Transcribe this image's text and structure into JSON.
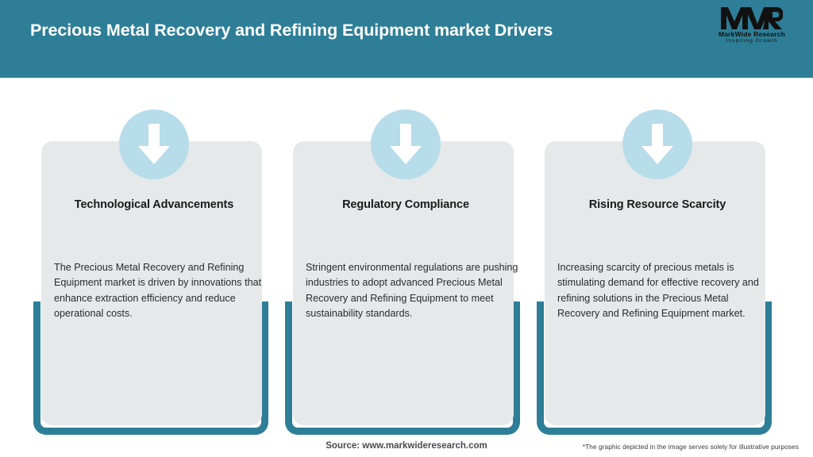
{
  "header": {
    "title": "Precious Metal Recovery and Refining Equipment market Drivers",
    "background_color": "#2e7e97",
    "title_color": "#ffffff"
  },
  "logo": {
    "mark": "MWR",
    "name": "MarkWide Research",
    "tagline": "Inspiring Growth"
  },
  "theme": {
    "accent_teal": "#2e7e97",
    "badge_blue": "#b7dcea",
    "card_gray": "#e5e9ea",
    "page_background": "#ffffff"
  },
  "cards": [
    {
      "icon": "down-arrow-icon",
      "title": "Technological Advancements",
      "body": "The Precious Metal Recovery and Refining Equipment market is driven by innovations that enhance extraction efficiency and reduce operational costs."
    },
    {
      "icon": "down-arrow-icon",
      "title": "Regulatory Compliance",
      "body": "Stringent environmental regulations are pushing industries to adopt advanced Precious Metal Recovery and Refining Equipment to meet sustainability standards."
    },
    {
      "icon": "down-arrow-icon",
      "title": "Rising Resource Scarcity",
      "body": "Increasing scarcity of precious metals is stimulating demand for effective recovery and refining solutions in the Precious Metal Recovery and Refining Equipment market."
    }
  ],
  "footer": {
    "source": "Source: www.markwideresearch.com",
    "disclaimer": "*The graphic depicted in the image serves solely for illustrative purposes"
  }
}
